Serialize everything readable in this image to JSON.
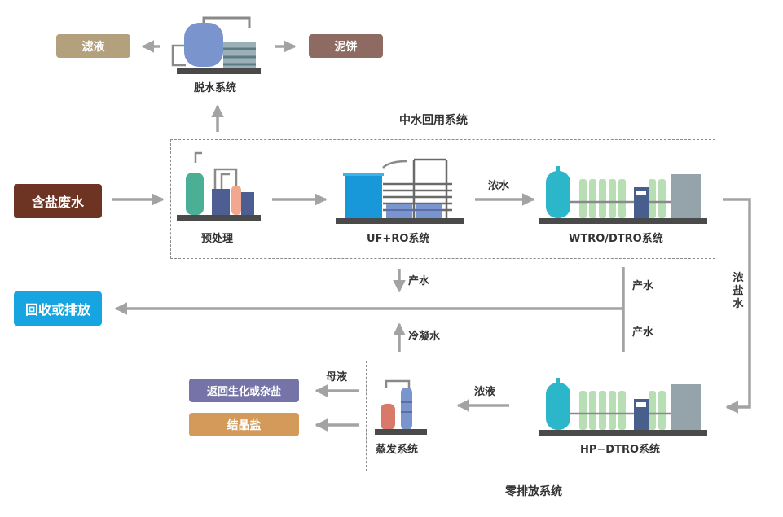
{
  "colors": {
    "arrow": "#a3a3a3",
    "brown_dark": "#6d3424",
    "tan": "#b3a07c",
    "mauve": "#8e6b62",
    "sky": "#16a5e0",
    "violet": "#7573a8",
    "orange": "#d39a5a",
    "teal": "#2bb6c9",
    "membrane_green": "#b8dfb4",
    "navy": "#485e8c",
    "steel": "#95a4aa",
    "base": "#4a4a4a"
  },
  "nodes": {
    "filtrate": "滤液",
    "sludge_cake": "泥饼",
    "dewatering": "脱水系统",
    "reclaim_title": "中水回用系统",
    "saline_wastewater": "含盐废水",
    "pretreatment": "预处理",
    "uf_ro": "UF+RO系统",
    "wtro_dtro": "WTRO/DTRO系统",
    "recycle_discharge": "回收或排放",
    "mother_liquor_target": "返回生化或杂盐",
    "crystal_salt": "结晶盐",
    "evaporation": "蒸发系统",
    "hp_dtro": "HP−DTRO系统",
    "zld_title": "零排放系统"
  },
  "edges": {
    "concentrate_1": "浓水",
    "product_water_1": "产水",
    "product_water_2": "产水",
    "product_water_3": "产水",
    "brine": "浓盐水",
    "condensate": "冷凝水",
    "concentrate_2": "浓液",
    "mother_liquor": "母液"
  }
}
